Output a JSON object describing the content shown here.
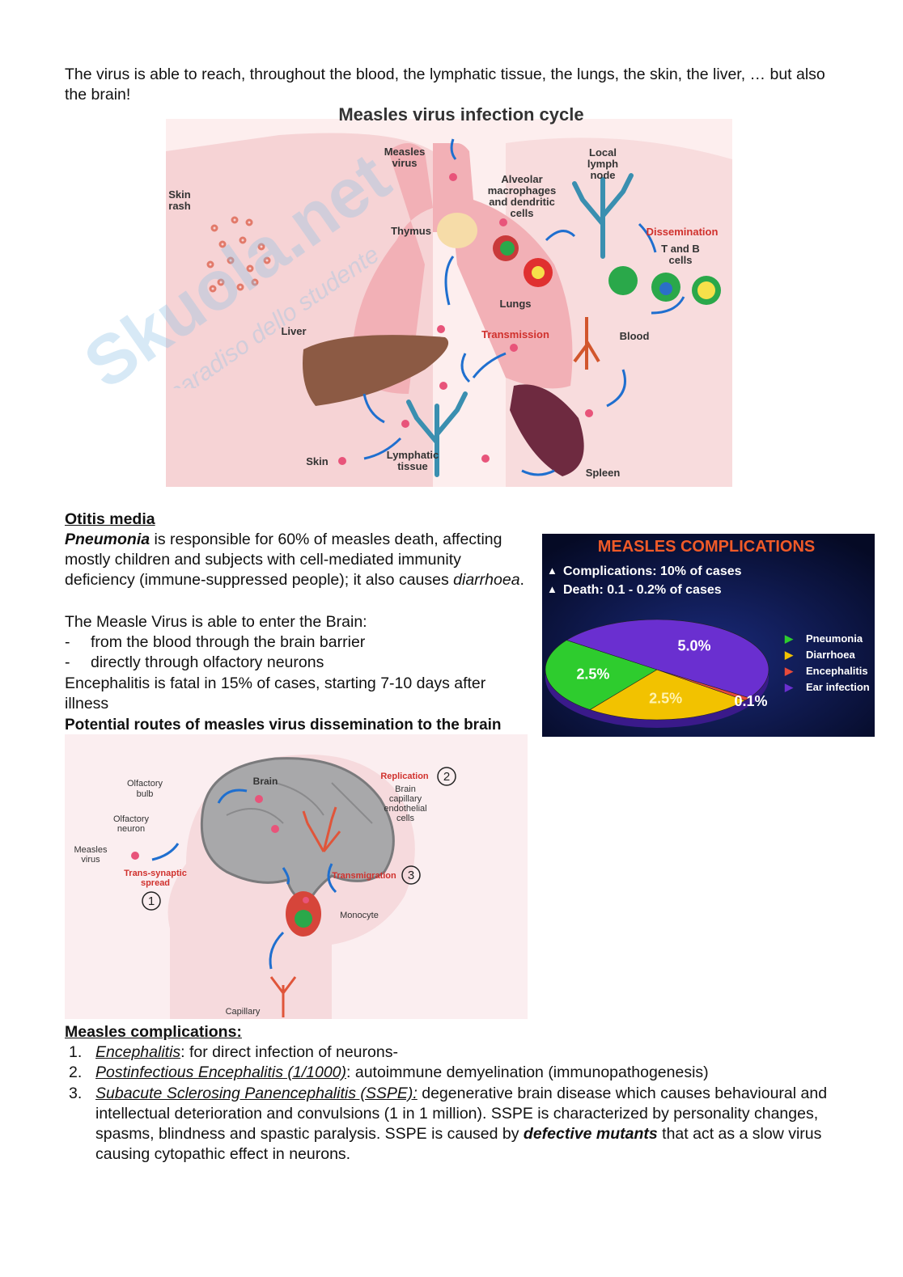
{
  "intro_text": "The virus is able to reach, throughout the blood, the lymphatic tissue, the lungs, the skin, the liver, … but also the brain!",
  "watermark": {
    "brand": "Skuola.net",
    "tagline": "il paradiso dello studente"
  },
  "cycle_figure": {
    "title": "Measles virus infection cycle",
    "labels": {
      "measles_virus": [
        "Measles",
        "virus"
      ],
      "local_lymph_node": [
        "Local",
        "lymph",
        "node"
      ],
      "skin_rash": [
        "Skin",
        "rash"
      ],
      "alveolar": [
        "Alveolar",
        "macrophages",
        "and dendritic",
        "cells"
      ],
      "thymus": "Thymus",
      "dissemination": "Dissemination",
      "t_and_b": [
        "T and B",
        "cells"
      ],
      "lungs": "Lungs",
      "liver": "Liver",
      "transmission": "Transmission",
      "blood": "Blood",
      "skin": "Skin",
      "lymphatic_tissue": [
        "Lymphatic",
        "tissue"
      ],
      "spleen": "Spleen"
    },
    "colors": {
      "body": "#f3c9cc",
      "organ": "#f0a7ae",
      "liver": "#8c5a44",
      "spleen": "#6e2a40",
      "arrow": "#1f6fcf",
      "red_label": "#d0312d"
    }
  },
  "otitis_heading": "Otitis media",
  "pneumonia": {
    "term": "Pneumonia",
    "text": " is responsible for 60% of measles death, affecting mostly children and subjects with cell-mediated immunity deficiency (immune-suppressed people); it also causes ",
    "diarrhoea": "diarrhoea",
    "end": "."
  },
  "brain_entry": {
    "intro": "The Measle Virus is able to enter the Brain:",
    "bullets": [
      "from the blood through the brain barrier",
      "directly through olfactory neurons"
    ],
    "dash": "-"
  },
  "encephalitis_text": "Encephalitis is fatal in 15% of cases, starting 7-10 days after illness",
  "routes_heading": "Potential routes of measles virus dissemination to the brain",
  "routes_figure": {
    "brain": "Brain",
    "olfactory_bulb": [
      "Olfactory",
      "bulb"
    ],
    "olfactory_neuron": [
      "Olfactory",
      "neuron"
    ],
    "measles_virus": [
      "Measles",
      "virus"
    ],
    "trans_synaptic": [
      "Trans-synaptic",
      "spread"
    ],
    "step1": "1",
    "replication": "Replication",
    "step2": "2",
    "capillary_cells": [
      "Brain",
      "capillary",
      "endothelial",
      "cells"
    ],
    "transmigration": "Transmigration",
    "step3": "3",
    "monocyte": "Monocyte",
    "capillary": "Capillary"
  },
  "complications_panel": {
    "title": "MEASLES COMPLICATIONS",
    "bullets": [
      "Complications: 10% of cases",
      "Death: 0.1 - 0.2% of cases"
    ],
    "bullet_marker": "▲",
    "legend_marker": "▶",
    "colors": {
      "bg": "#0a1340",
      "title": "#f05a28",
      "pneumonia": "#2ecc2e",
      "diarrhoea": "#f2c200",
      "encephalitis": "#e84a3a",
      "ear_infection": "#6a2fd0"
    }
  },
  "chart_data": {
    "type": "pie",
    "title": "",
    "slices": [
      {
        "label": "Pneumonia",
        "value": 2.5,
        "value_label": "2.5%",
        "color": "#2ecc2e"
      },
      {
        "label": "Diarrhoea",
        "value": 2.5,
        "value_label": "2.5%",
        "color": "#f2c200"
      },
      {
        "label": "Encephalitis",
        "value": 0.1,
        "value_label": "0.1%",
        "color": "#e84a3a"
      },
      {
        "label": "Ear infection",
        "value": 5.0,
        "value_label": "5.0%",
        "color": "#6a2fd0"
      }
    ],
    "legend": [
      "Pneumonia",
      "Diarrhoea",
      "Encephalitis",
      "Ear infection"
    ],
    "legend_position": "right"
  },
  "complications_heading": "Measles complications:",
  "complications_list": [
    {
      "num": "1.",
      "term": "Encephalitis",
      "text": ": for direct infection of neurons-"
    },
    {
      "num": "2.",
      "term": "Postinfectious Encephalitis (1/1000)",
      "text": ": autoimmune demyelination (immunopathogenesis)"
    },
    {
      "num": "3.",
      "term": "Subacute Sclerosing Panencephalitis (SSPE):",
      "text": " degenerative brain disease which causes behavioural and intellectual deterioration and convulsions (1 in 1 million). SSPE is characterized by personality changes, spasms, blindness and spastic paralysis. SSPE is caused by ",
      "bold": "defective mutants",
      "text2": " that act as a slow virus causing cytopathic effect in neurons."
    }
  ]
}
